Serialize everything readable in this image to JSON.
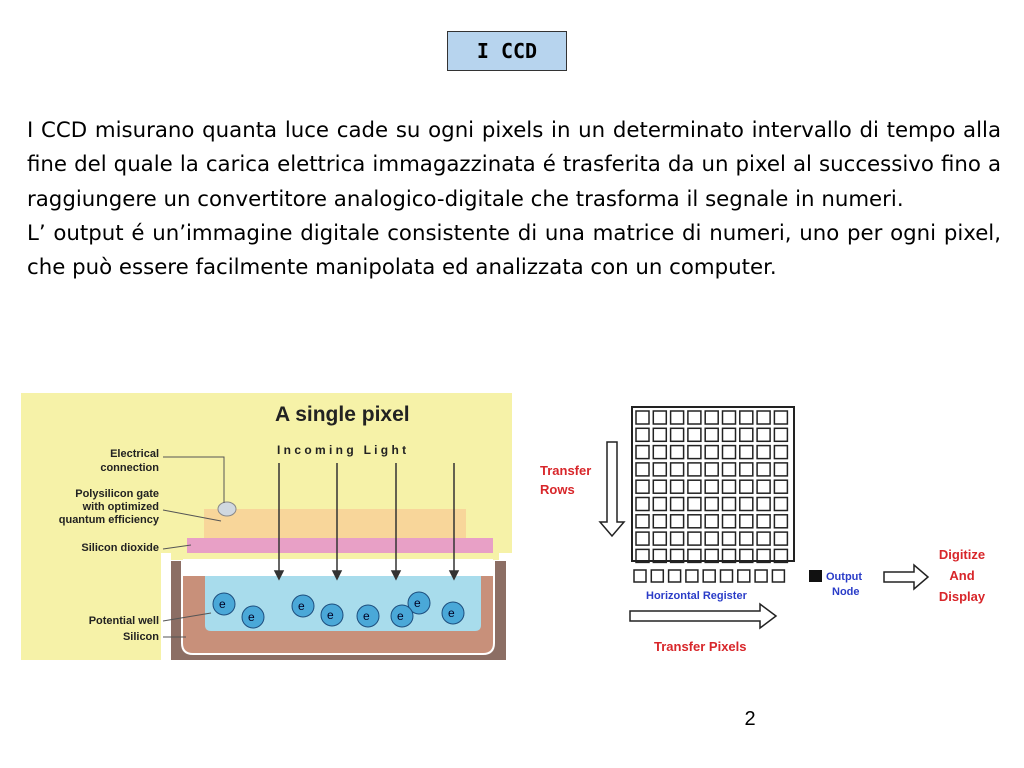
{
  "slide": {
    "title": "I CCD",
    "paragraphs": [
      "I CCD misurano quanta luce cade su ogni pixels in un determinato intervallo di tempo alla fine del quale la carica elettrica immagazzinata é trasferita da un pixel al successivo fino a raggiungere un convertitore analogico-digitale che trasforma il segnale in numeri.",
      "L’ output é un’immagine digitale consistente di una matrice di numeri, uno per ogni pixel, che può essere facilmente manipolata ed analizzata con un computer."
    ],
    "page_number": "2"
  },
  "pixel_diagram": {
    "title": "A single pixel",
    "incoming_light": "I n c o m i n g   L i g h t",
    "labels": {
      "electrical_connection_1": "Electrical",
      "electrical_connection_2": "connection",
      "polysilicon_1": "Polysilicon gate",
      "polysilicon_2": "with optimized",
      "polysilicon_3": "quantum efficiency",
      "silicon_dioxide": "Silicon dioxide",
      "potential_well": "Potential well",
      "silicon": "Silicon"
    },
    "electron_symbol": "e",
    "colors": {
      "background": "#f6f2a8",
      "gate": "#f8d69a",
      "oxide": "#e8a0c6",
      "well": "#a8dcec",
      "silicon": "#c8907a",
      "electron": "#4aa8d8"
    }
  },
  "ccd_diagram": {
    "transfer_rows_1": "Transfer",
    "transfer_rows_2": "Rows",
    "horizontal_register": "Horizontal Register",
    "output_node_1": "Output",
    "output_node_2": "Node",
    "digitize_1": "Digitize",
    "digitize_2": "And",
    "digitize_3": "Display",
    "transfer_pixels": "Transfer Pixels",
    "colors": {
      "red_text": "#d8262a",
      "blue_text": "#2a3cc8"
    }
  }
}
